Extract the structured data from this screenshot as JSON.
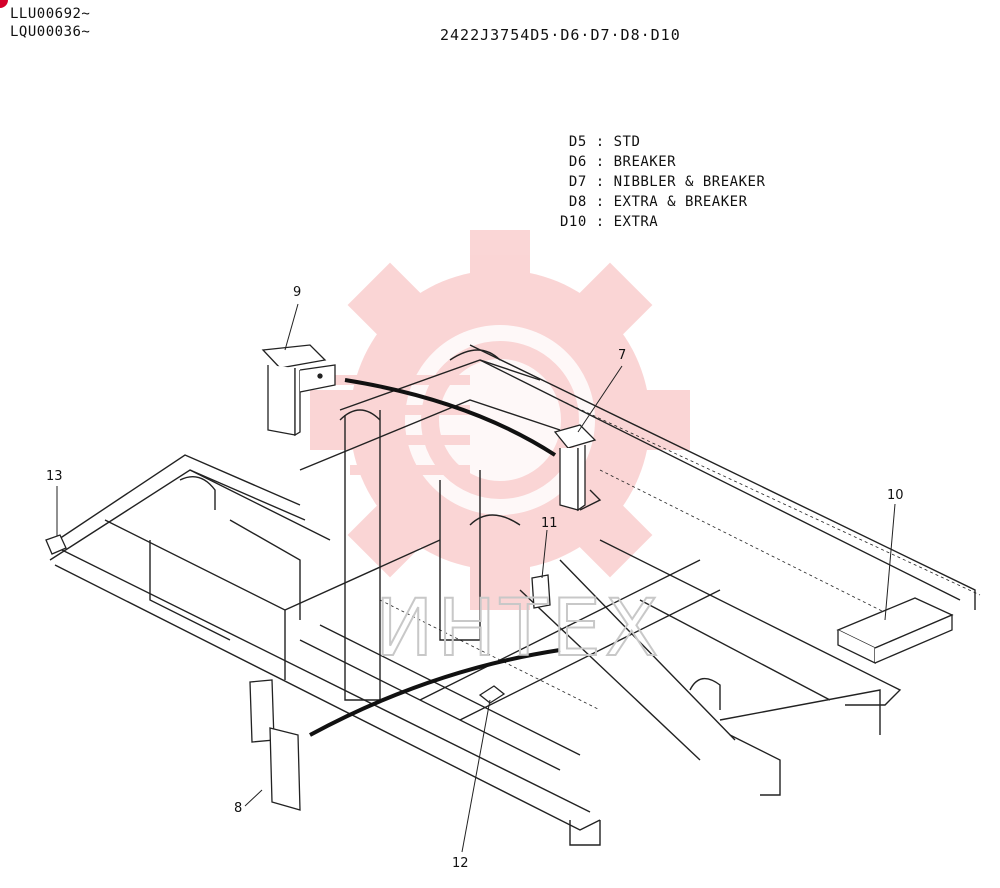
{
  "header": {
    "serial_ranges": [
      "LLU00692~",
      "LQU00036~"
    ],
    "document_id": "2422J3754D5·D6·D7·D8·D10"
  },
  "legend": [
    {
      "code": " D5",
      "desc": "STD"
    },
    {
      "code": " D6",
      "desc": "BREAKER"
    },
    {
      "code": " D7",
      "desc": "NIBBLER & BREAKER"
    },
    {
      "code": " D8",
      "desc": "EXTRA & BREAKER"
    },
    {
      "code": "D10",
      "desc": "EXTRA"
    }
  ],
  "callouts": [
    {
      "id": "9",
      "label": "9"
    },
    {
      "id": "7",
      "label": "7"
    },
    {
      "id": "13",
      "label": "13"
    },
    {
      "id": "11",
      "label": "11"
    },
    {
      "id": "10",
      "label": "10"
    },
    {
      "id": "8",
      "label": "8"
    },
    {
      "id": "12",
      "label": "12"
    }
  ],
  "watermark": {
    "text": "ИНТЕХ",
    "color": "#f4a0a0"
  },
  "colors": {
    "line": "#222222",
    "marker": "#d4002a"
  }
}
